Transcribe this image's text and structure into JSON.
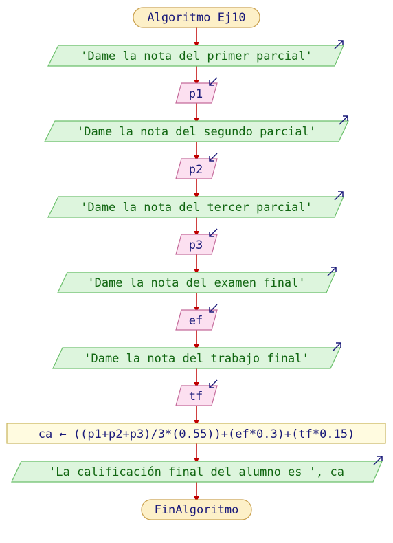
{
  "diagram": {
    "start_label": "Algoritmo Ej10",
    "end_label": "FinAlgoritmo",
    "steps": [
      {
        "kind": "output",
        "text": "'Dame la nota del primer parcial'"
      },
      {
        "kind": "input",
        "text": "p1"
      },
      {
        "kind": "output",
        "text": "'Dame la nota del segundo parcial'"
      },
      {
        "kind": "input",
        "text": "p2"
      },
      {
        "kind": "output",
        "text": "'Dame la nota del tercer parcial'"
      },
      {
        "kind": "input",
        "text": "p3"
      },
      {
        "kind": "output",
        "text": "'Dame la nota del examen final'"
      },
      {
        "kind": "input",
        "text": "ef"
      },
      {
        "kind": "output",
        "text": "'Dame la nota del trabajo final'"
      },
      {
        "kind": "input",
        "text": "tf"
      },
      {
        "kind": "process",
        "text": "ca ← ((p1+p2+p3)/3*(0.55))+(ef*0.3)+(tf*0.15)"
      },
      {
        "kind": "output",
        "text": "'La calificación final del alumno es ', ca"
      }
    ]
  },
  "colors": {
    "terminal_fill": "#fdf0c8",
    "terminal_stroke": "#c9a04e",
    "output_fill": "#ddf5dd",
    "output_stroke": "#6bbf6b",
    "input_fill": "#fce0f0",
    "input_stroke": "#c46a9a",
    "process_fill": "#fffbe0",
    "process_stroke": "#c8b45a",
    "arrow": "#c00000",
    "text": "#1a1a7a",
    "string_text": "#116611",
    "number_text": "#a07820",
    "io_arrow": "#1a1a7a"
  }
}
